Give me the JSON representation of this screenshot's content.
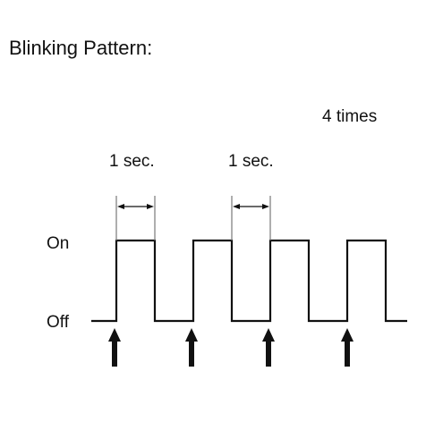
{
  "title": "Blinking Pattern:",
  "repeat_label": "4 times",
  "interval_labels": [
    "1 sec.",
    "1 sec."
  ],
  "level_labels": {
    "high": "On",
    "low": "Off"
  },
  "pattern": {
    "signal": "square-wave",
    "cycles": 4,
    "on_duration_sec": 1,
    "off_duration_sec": 1
  },
  "colors": {
    "line": "#111111",
    "guide": "#777777",
    "background": "#ffffff"
  },
  "icons": [
    "up-arrow-icon",
    "double-arrow-icon"
  ]
}
